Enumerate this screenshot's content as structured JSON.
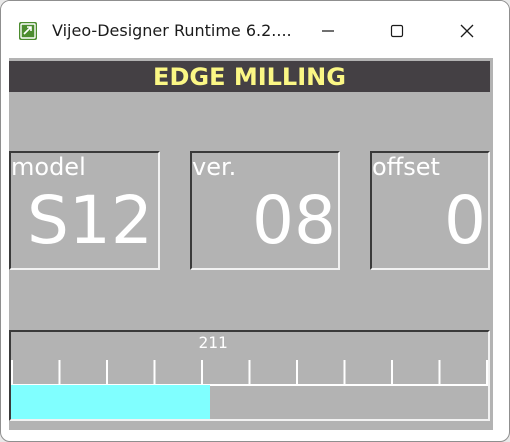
{
  "window": {
    "title": "Vijeo-Designer Runtime 6.2....",
    "app_icon": "vijeo-runtime-icon",
    "buttons": {
      "minimize_icon": "minimize-icon",
      "maximize_icon": "maximize-icon",
      "close_icon": "close-icon"
    }
  },
  "screen": {
    "header": "EDGE MILLING",
    "colors": {
      "background": "#b3b3b3",
      "header_bg": "#444044",
      "header_text": "#fbf785",
      "text": "#ffffff",
      "bar_fill": "#80ffff"
    },
    "panels": [
      {
        "label": "model",
        "value": "S12"
      },
      {
        "label": "ver.",
        "value": "08"
      },
      {
        "label": "offset",
        "value": "0"
      }
    ],
    "bargraph": {
      "value_text": "211",
      "value": 211,
      "max": 500
    }
  }
}
